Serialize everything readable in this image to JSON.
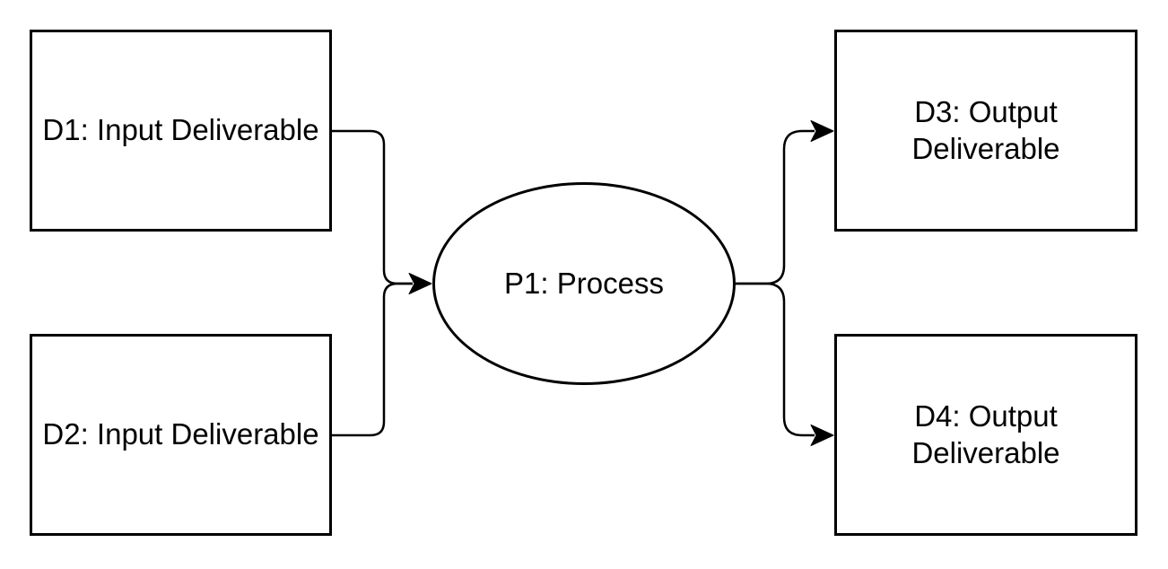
{
  "diagram": {
    "type": "flowchart",
    "colors": {
      "background": "#ffffff",
      "stroke": "#000000",
      "text": "#000000"
    },
    "nodes": {
      "d1": {
        "shape": "rectangle",
        "label": "D1: Input Deliverable"
      },
      "d2": {
        "shape": "rectangle",
        "label": "D2: Input Deliverable"
      },
      "p1": {
        "shape": "ellipse",
        "label": "P1: Process"
      },
      "d3": {
        "shape": "rectangle",
        "label": "D3: Output Deliverable",
        "label_line1": "D3: Output",
        "label_line2": "Deliverable"
      },
      "d4": {
        "shape": "rectangle",
        "label": "D4: Output Deliverable",
        "label_line1": "D4: Output",
        "label_line2": "Deliverable"
      }
    },
    "edges": [
      {
        "from": "d1",
        "to": "p1",
        "arrow": "filled"
      },
      {
        "from": "d2",
        "to": "p1",
        "arrow": "filled"
      },
      {
        "from": "p1",
        "to": "d3",
        "arrow": "filled"
      },
      {
        "from": "p1",
        "to": "d4",
        "arrow": "filled"
      }
    ]
  }
}
